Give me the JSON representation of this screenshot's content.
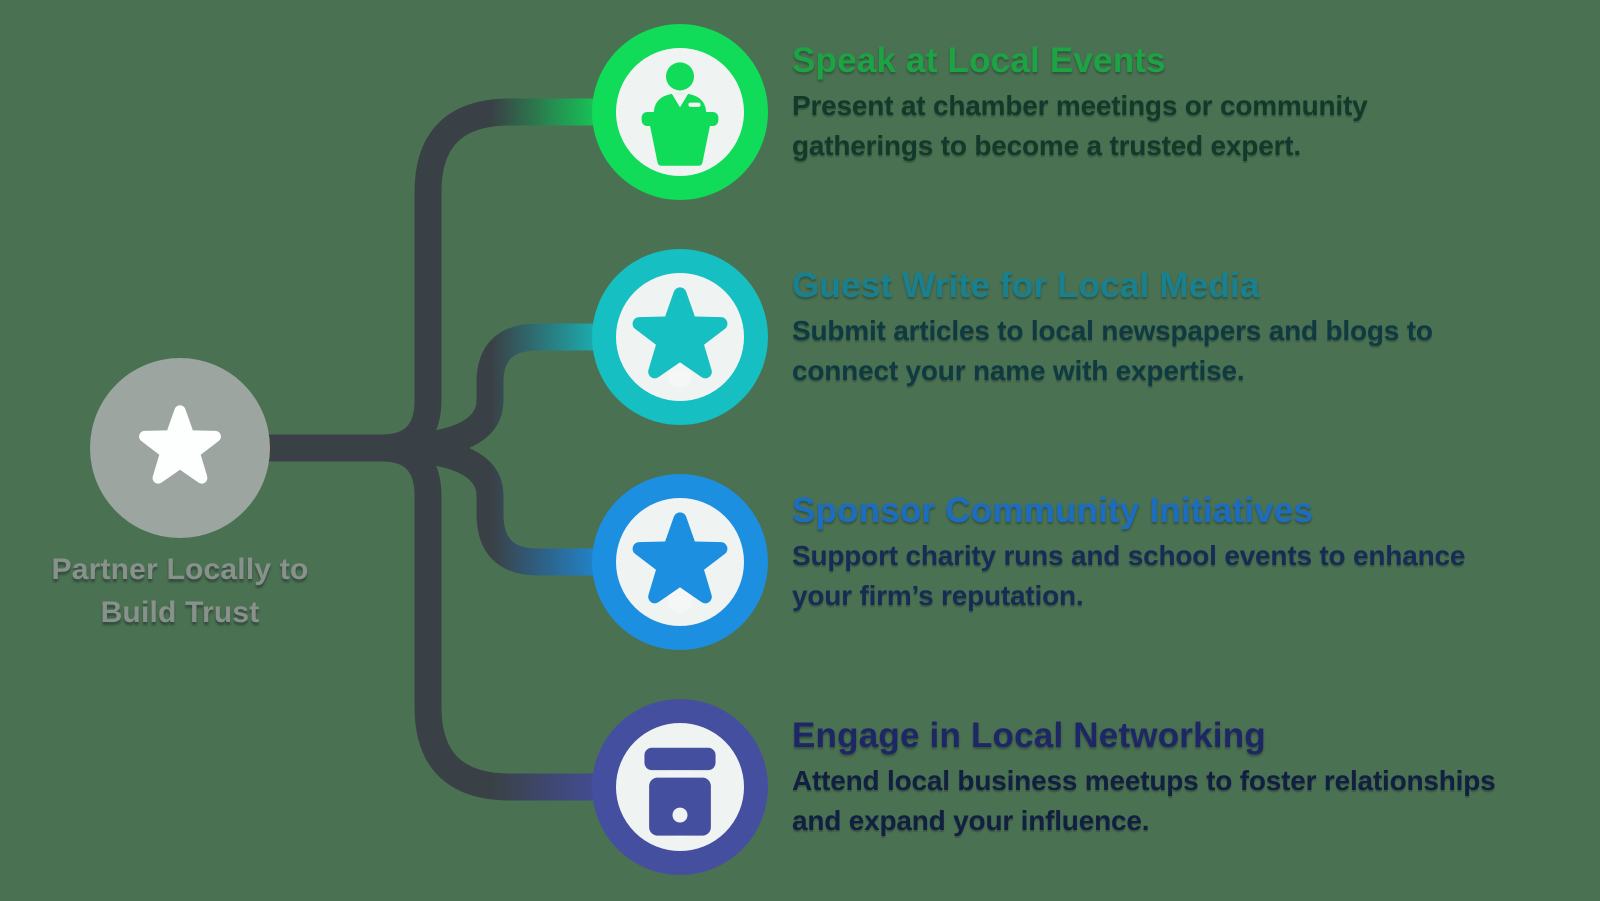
{
  "background": "#4B7153",
  "connector_color": "#3A4146",
  "inner_circle_color": "#EFF3F2",
  "center": {
    "label_line1": "Partner Locally to",
    "label_line2": "Build Trust",
    "circle_color": "#9DA5A0",
    "label_color": "#88918C",
    "icon": "star-icon"
  },
  "items": [
    {
      "title": "Speak at Local Events",
      "title_color": "#1BA344",
      "accent": "#10DC5A",
      "body_color": "#113A2A",
      "body_line1": "Present at chamber meetings or community",
      "body_line2": "gatherings to become a trusted expert.",
      "icon": "speaker-podium-icon"
    },
    {
      "title": "Guest Write for Local Media",
      "title_color": "#19808F",
      "accent": "#16BFC2",
      "body_color": "#0F3A42",
      "body_line1": "Submit articles to local newspapers and blogs to",
      "body_line2": "connect your name with expertise.",
      "icon": "star-icon"
    },
    {
      "title": "Sponsor Community Initiatives",
      "title_color": "#1C6CC0",
      "accent": "#1D8FE1",
      "body_color": "#172C55",
      "body_line1": "Support charity runs and school events to enhance",
      "body_line2": "your firm’s reputation.",
      "icon": "star-icon"
    },
    {
      "title": "Engage in Local Networking",
      "title_color": "#1E2765",
      "accent": "#454FA0",
      "body_color": "#111F40",
      "body_line1": "Attend local business meetups to foster relationships",
      "body_line2": "and expand your influence.",
      "icon": "archive-box-icon"
    }
  ]
}
